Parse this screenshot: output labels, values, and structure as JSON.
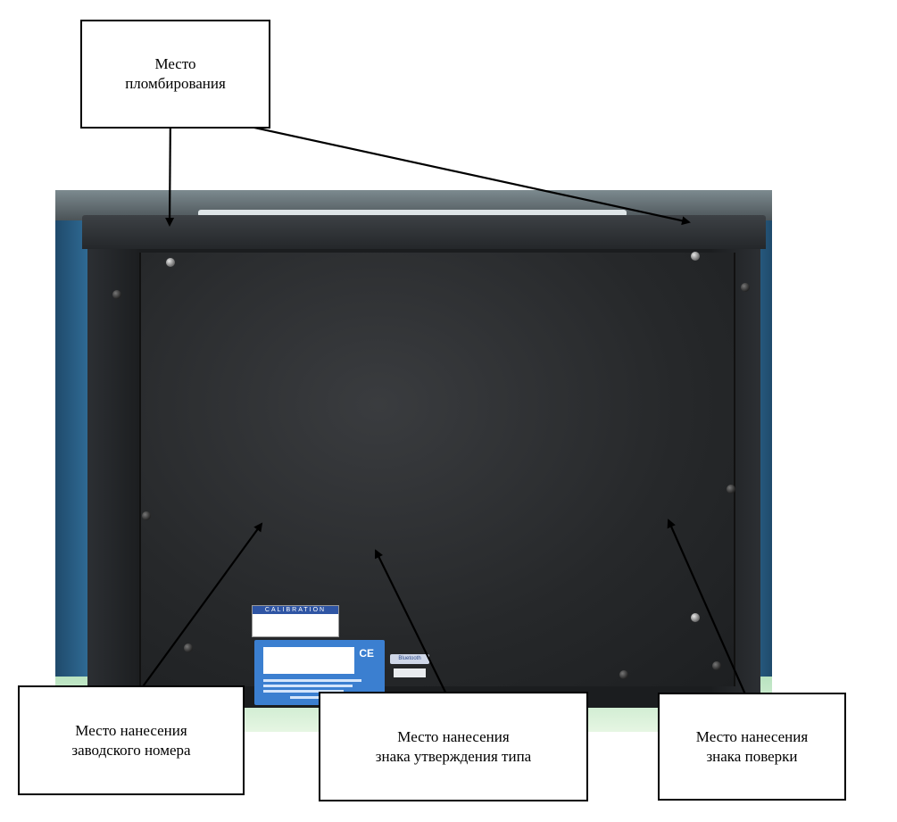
{
  "callouts": {
    "seal": {
      "line1": "Место",
      "line2": "пломбирования"
    },
    "serial": {
      "line1": "Место нанесения",
      "line2": "заводского номера"
    },
    "type_approval": {
      "line1": "Место нанесения",
      "line2": "знака  утверждения типа"
    },
    "verification": {
      "line1": "Место нанесения",
      "line2": "знака поверки"
    }
  },
  "device_labels": {
    "calibration_title": "CALIBRATION",
    "ce_mark": "CE",
    "bluetooth": "Bluetooth"
  },
  "colors": {
    "callout_border": "#000000",
    "device_body": "#26282a",
    "label_blue": "#3b7fd0"
  }
}
